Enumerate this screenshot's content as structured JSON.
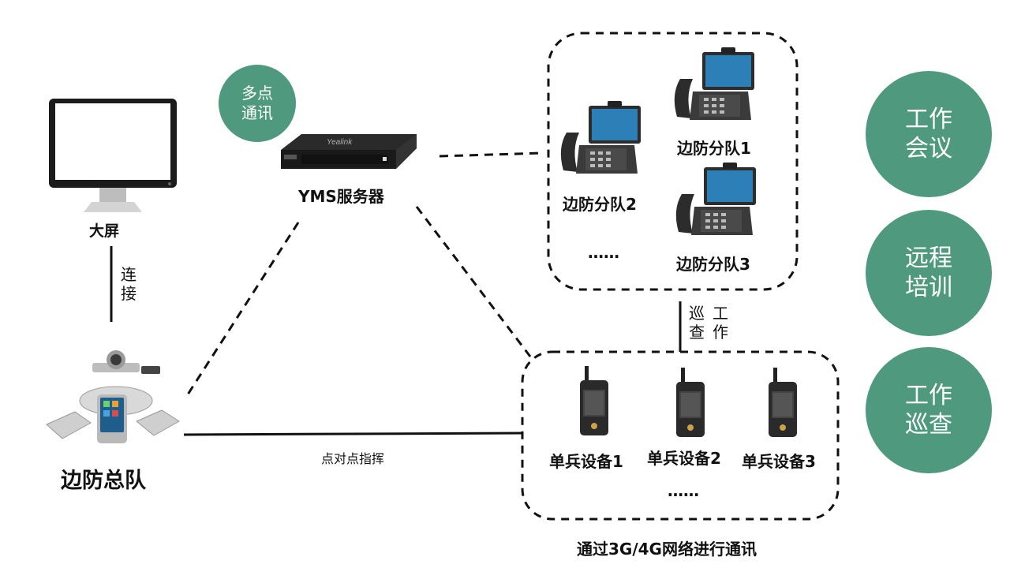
{
  "big_screen": {
    "label": "大屏"
  },
  "connect_label": [
    "连",
    "接"
  ],
  "hq": {
    "label": "边防总队"
  },
  "multipoint": [
    "多点",
    "通讯"
  ],
  "server": {
    "label": "YMS服务器",
    "brand": "Yealink"
  },
  "p2p_label": "点对点指挥",
  "teams": {
    "team1": "边防分队1",
    "team2": "边防分队2",
    "team3": "边防分队3",
    "more": "……"
  },
  "patrol_label": {
    "col1": [
      "巡",
      "查"
    ],
    "col2": [
      "工",
      "作"
    ]
  },
  "devices": {
    "d1": "单兵设备1",
    "d2": "单兵设备2",
    "d3": "单兵设备3",
    "more": "……"
  },
  "network_label": "通过3G/4G网络进行通讯",
  "functions": [
    [
      "工作",
      "会议"
    ],
    [
      "远程",
      "培训"
    ],
    [
      "工作",
      "巡查"
    ]
  ],
  "colors": {
    "accent_green": "#4f9a7f",
    "line": "#111111"
  }
}
